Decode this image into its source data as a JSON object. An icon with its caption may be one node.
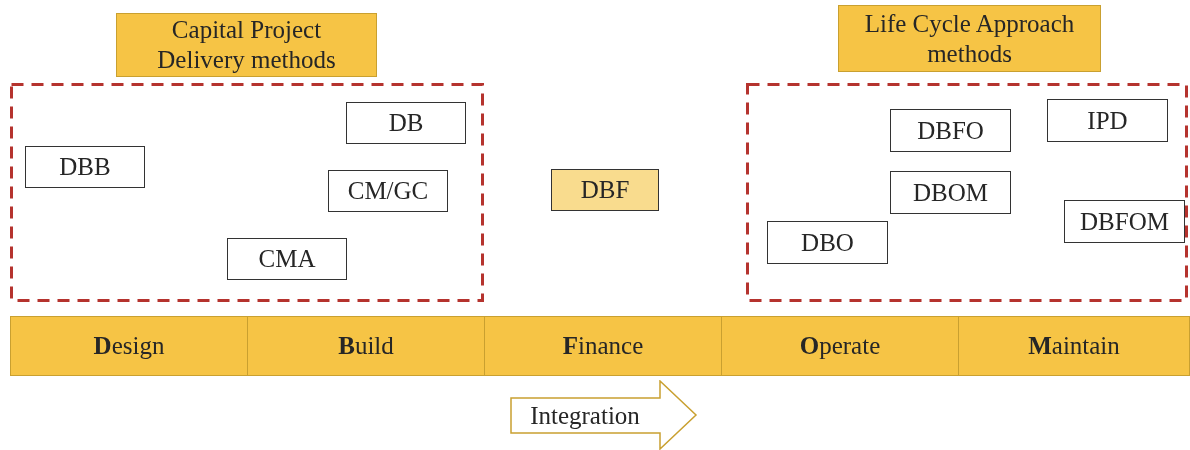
{
  "diagram": {
    "nodes": [
      {
        "text": [
          "Capital Project Delivery methods"
        ]
      },
      {
        "text": [],
        "shape": "box"
      },
      {
        "text": [
          "DBB"
        ],
        "in": 1
      },
      {
        "text": [
          "DB"
        ],
        "in": 1
      },
      {
        "text": [
          "CM/GC"
        ],
        "in": 1
      },
      {
        "text": [
          "CMA"
        ],
        "in": 1
      },
      {
        "text": [
          "DBF"
        ]
      },
      {
        "text": [
          "Life Cycle Approach methods"
        ]
      },
      {
        "text": [],
        "shape": "box"
      },
      {
        "text": [
          "DBFO"
        ],
        "in": 8
      },
      {
        "text": [
          "IPD"
        ],
        "in": 8
      },
      {
        "text": [
          "DBOM"
        ],
        "in": 8
      },
      {
        "text": [
          "DBFOM"
        ],
        "in": 8
      },
      {
        "text": [
          "DBO"
        ],
        "in": 8
      },
      {
        "text": [
          "**D**esign"
        ]
      },
      {
        "text": [
          "**B**uild"
        ]
      },
      {
        "text": [
          "**F**inance"
        ]
      },
      {
        "text": [
          "**O**perate"
        ]
      },
      {
        "text": [
          "**M**aintain"
        ]
      },
      {
        "text": [
          "Integration"
        ]
      }
    ],
    "edges": []
  }
}
